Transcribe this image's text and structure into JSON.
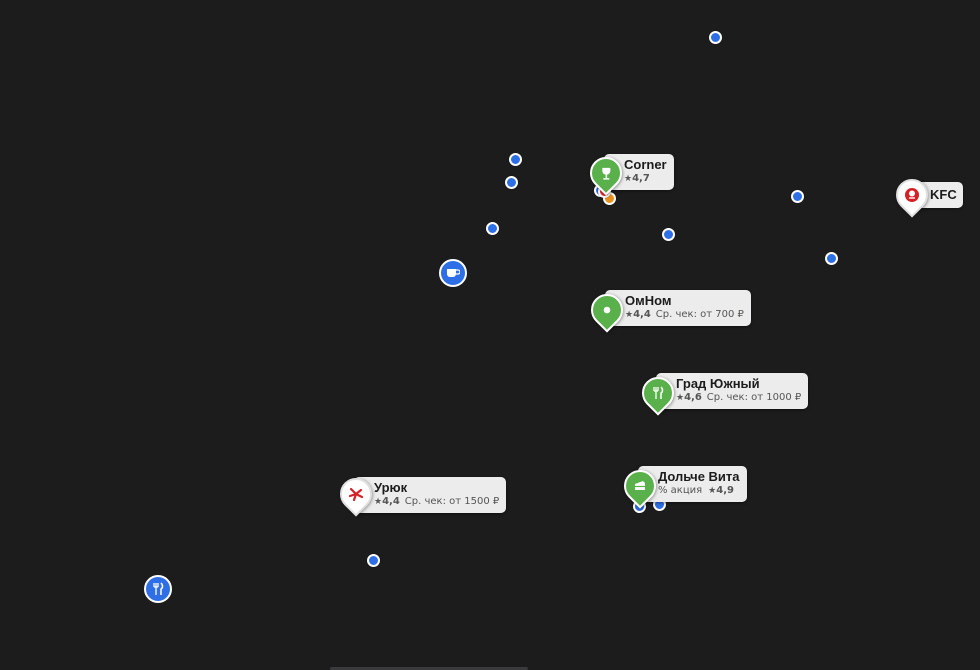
{
  "places": {
    "corner": {
      "name": "Corner",
      "rating": "4,7"
    },
    "kfc": {
      "name": "KFC"
    },
    "omnom": {
      "name": "ОмНом",
      "rating": "4,4",
      "check": "Ср. чек: от 700 ₽"
    },
    "grad": {
      "name": "Град Южный",
      "rating": "4,6",
      "check": "Ср. чек: от 1000 ₽"
    },
    "dolce": {
      "name": "Дольче Вита",
      "promo": "% акция",
      "rating": "4,9"
    },
    "uryuk": {
      "name": "Урюк",
      "rating": "4,4",
      "check": "Ср. чек: от 1500 ₽"
    }
  },
  "icons": {
    "cafe": "coffee-cup-icon",
    "restaurant": "fork-knife-icon",
    "wine": "wine-glass-icon",
    "location": "map-pin-icon",
    "dessert": "cake-slice-icon",
    "kfc_logo": "kfc-logo-icon",
    "uryuk_logo": "uryuk-logo-icon"
  },
  "colors": {
    "map_background": "#1c1c1d",
    "poi_blue": "#2f6fe6",
    "pin_green": "#5ab04a",
    "alert_red": "#e0282e",
    "alert_orange": "#e8921f",
    "label_background": "#ececec"
  }
}
